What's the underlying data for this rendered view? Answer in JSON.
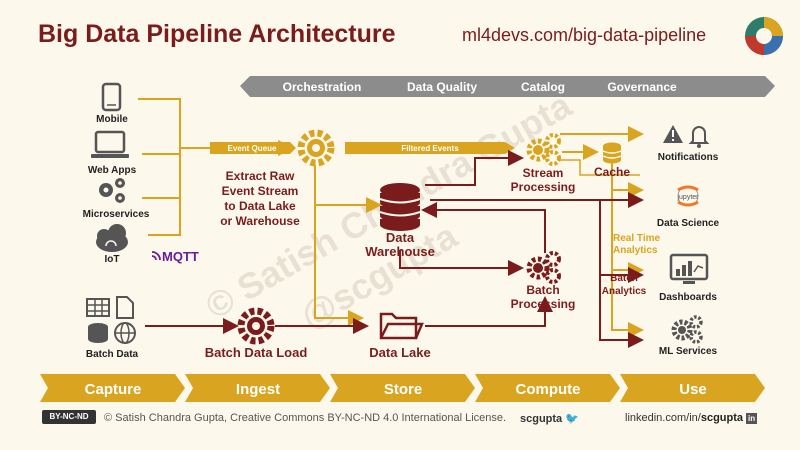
{
  "header": {
    "title": "Big Data Pipeline Architecture",
    "url": "ml4devs.com/big-data-pipeline"
  },
  "governance_bar": [
    "Orchestration",
    "Data Quality",
    "Catalog",
    "Governance"
  ],
  "sources": {
    "mobile": "Mobile",
    "web_apps": "Web Apps",
    "microservices": "Microservices",
    "iot": "IoT",
    "mqtt": "MQTT",
    "batch_data": "Batch Data"
  },
  "flow": {
    "event_queue": "Event Queue",
    "filtered_events": "Filtered Events",
    "extract_raw": [
      "Extract Raw",
      "Event Stream",
      "to Data Lake",
      "or Warehouse"
    ],
    "data_warehouse": [
      "Data",
      "Warehouse"
    ],
    "stream_processing": [
      "Stream",
      "Processing"
    ],
    "cache": "Cache",
    "batch_processing": [
      "Batch",
      "Processing"
    ],
    "batch_data_load": "Batch Data Load",
    "data_lake": "Data Lake",
    "real_time_analytics": [
      "Real Time",
      "Analytics"
    ],
    "batch_analytics": [
      "Batch",
      "Analytics"
    ]
  },
  "outputs": {
    "notifications": "Notifications",
    "data_science": "Data Science",
    "jupyter": "jupyter",
    "dashboards": "Dashboards",
    "ml_services": "ML Services"
  },
  "stages": [
    "Capture",
    "Ingest",
    "Store",
    "Compute",
    "Use"
  ],
  "watermark": [
    "© Satish Chandra Gupta",
    "@scgupta"
  ],
  "footer": {
    "cc_badge": "BY-NC-ND",
    "license": "© Satish Chandra Gupta, Creative Commons BY-NC-ND 4.0 International License.",
    "twitter": "scgupta",
    "linkedin_prefix": "linkedin.com/in/",
    "linkedin_user": "scgupta"
  },
  "colors": {
    "maroon": "#7b1c1c",
    "gold": "#d9a520",
    "gray": "#8c8c8c",
    "background": "#fdf8ec"
  }
}
